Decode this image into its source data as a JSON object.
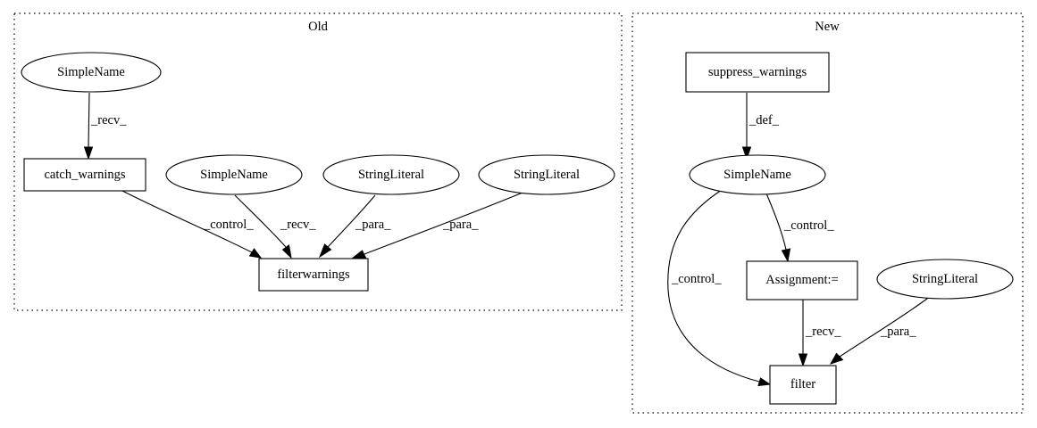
{
  "clusters": {
    "old": {
      "label": "Old"
    },
    "new": {
      "label": "New"
    }
  },
  "nodes": {
    "old_simplename_1": {
      "label": "SimpleName",
      "shape": "ellipse"
    },
    "old_catch_warnings": {
      "label": "catch_warnings",
      "shape": "box"
    },
    "old_simplename_2": {
      "label": "SimpleName",
      "shape": "ellipse"
    },
    "old_stringliteral_1": {
      "label": "StringLiteral",
      "shape": "ellipse"
    },
    "old_stringliteral_2": {
      "label": "StringLiteral",
      "shape": "ellipse"
    },
    "old_filterwarnings": {
      "label": "filterwarnings",
      "shape": "box"
    },
    "new_suppress_warnings": {
      "label": "suppress_warnings",
      "shape": "box"
    },
    "new_simplename": {
      "label": "SimpleName",
      "shape": "ellipse"
    },
    "new_assignment": {
      "label": "Assignment:=",
      "shape": "box"
    },
    "new_stringliteral": {
      "label": "StringLiteral",
      "shape": "ellipse"
    },
    "new_filter": {
      "label": "filter",
      "shape": "box"
    }
  },
  "edges": {
    "e1": {
      "from": "old_simplename_1",
      "to": "old_catch_warnings",
      "label": "_recv_"
    },
    "e2": {
      "from": "old_catch_warnings",
      "to": "old_filterwarnings",
      "label": "_control_"
    },
    "e3": {
      "from": "old_simplename_2",
      "to": "old_filterwarnings",
      "label": "_recv_"
    },
    "e4": {
      "from": "old_stringliteral_1",
      "to": "old_filterwarnings",
      "label": "_para_"
    },
    "e5": {
      "from": "old_stringliteral_2",
      "to": "old_filterwarnings",
      "label": "_para_"
    },
    "e6": {
      "from": "new_suppress_warnings",
      "to": "new_simplename",
      "label": "_def_"
    },
    "e7": {
      "from": "new_simplename",
      "to": "new_assignment",
      "label": "_control_"
    },
    "e8": {
      "from": "new_simplename",
      "to": "new_filter",
      "label": "_control_"
    },
    "e9": {
      "from": "new_assignment",
      "to": "new_filter",
      "label": "_recv_"
    },
    "e10": {
      "from": "new_stringliteral",
      "to": "new_filter",
      "label": "_para_"
    }
  }
}
